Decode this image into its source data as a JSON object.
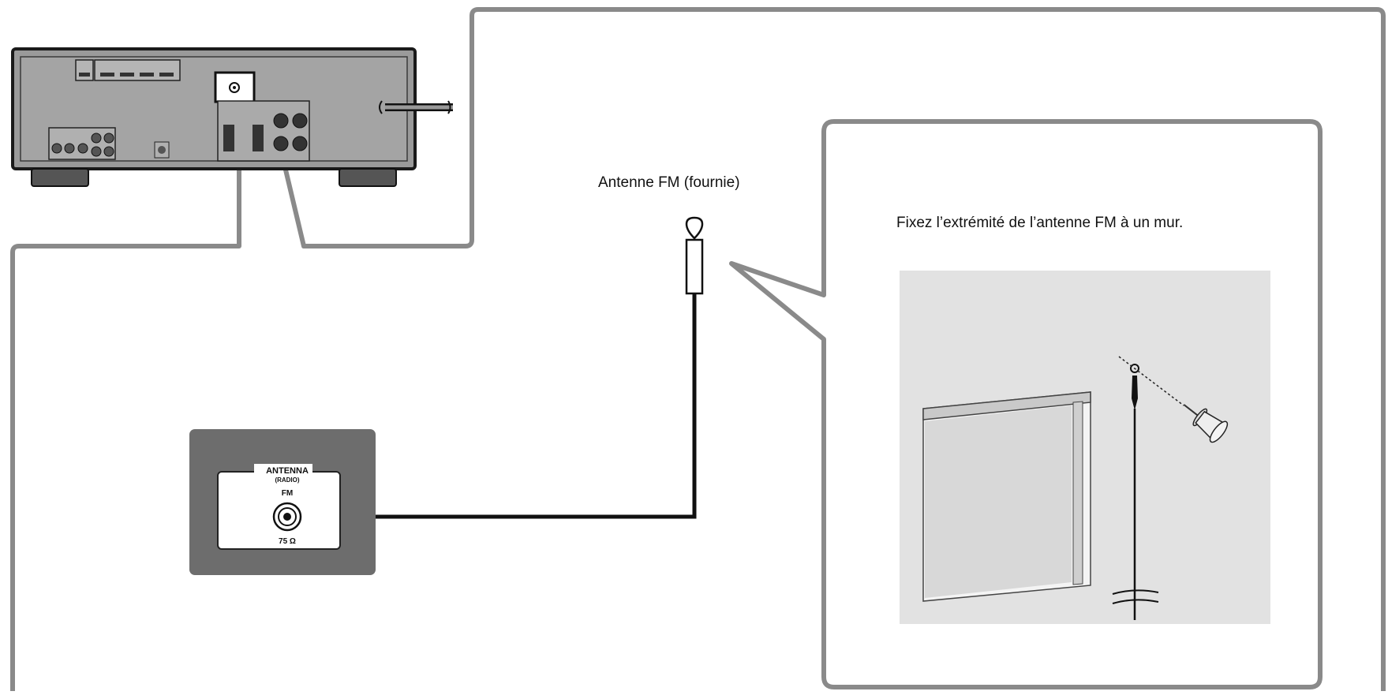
{
  "labels": {
    "antenna_name": "Antenne FM (fournie)",
    "instruction": "Fixez l’extrémité de l’antenne FM à un mur."
  },
  "jack_panel": {
    "title": "ANTENNA",
    "subtitle": "(RADIO)",
    "band": "FM",
    "impedance": "75 Ω"
  },
  "colors": {
    "outline_gray": "#8a8a8a",
    "panel_dark": "#6d6d6d",
    "wall_bg": "#e2e2e2",
    "cable": "#111111"
  }
}
